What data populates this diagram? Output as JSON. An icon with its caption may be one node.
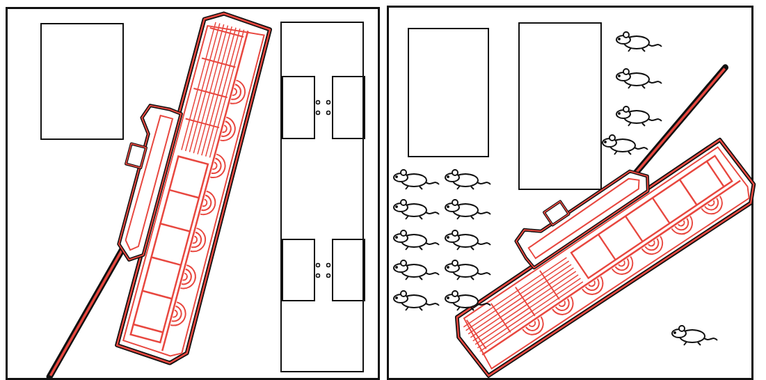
{
  "diagram": {
    "nodes": [
      {
        "text": [],
        "shape": "box"
      },
      {
        "text": [],
        "shape": "box",
        "in": 0
      },
      {
        "text": [],
        "shape": "picture",
        "in": 0
      },
      {
        "text": [],
        "shape": "box",
        "in": 0
      },
      {
        "text": [],
        "shape": "box",
        "in": 3
      },
      {
        "text": [],
        "shape": "box",
        "in": 3
      },
      {
        "text": [],
        "shape": "box",
        "in": 3
      },
      {
        "text": [],
        "shape": "box",
        "in": 3
      },
      {
        "text": [],
        "shape": "box"
      },
      {
        "text": [],
        "shape": "box",
        "in": 8
      },
      {
        "text": [],
        "shape": "box",
        "in": 8
      },
      {
        "text": [],
        "shape": "picture",
        "in": 8
      },
      {
        "text": [],
        "shape": "picture",
        "in": 8
      },
      {
        "text": [],
        "shape": "picture",
        "in": 8
      },
      {
        "text": [],
        "shape": "picture",
        "in": 8
      },
      {
        "text": [],
        "shape": "picture",
        "in": 8
      },
      {
        "text": [],
        "shape": "picture",
        "in": 8
      },
      {
        "text": [],
        "shape": "picture",
        "in": 8
      },
      {
        "text": [],
        "shape": "picture",
        "in": 8
      },
      {
        "text": [],
        "shape": "picture",
        "in": 8
      },
      {
        "text": [],
        "shape": "picture",
        "in": 8
      },
      {
        "text": [],
        "shape": "picture",
        "in": 8
      },
      {
        "text": [],
        "shape": "picture",
        "in": 8
      },
      {
        "text": [],
        "shape": "picture",
        "in": 8
      },
      {
        "text": [],
        "shape": "picture",
        "in": 8
      },
      {
        "text": [],
        "shape": "picture",
        "in": 8
      },
      {
        "text": [],
        "shape": "picture",
        "in": 8
      }
    ]
  }
}
